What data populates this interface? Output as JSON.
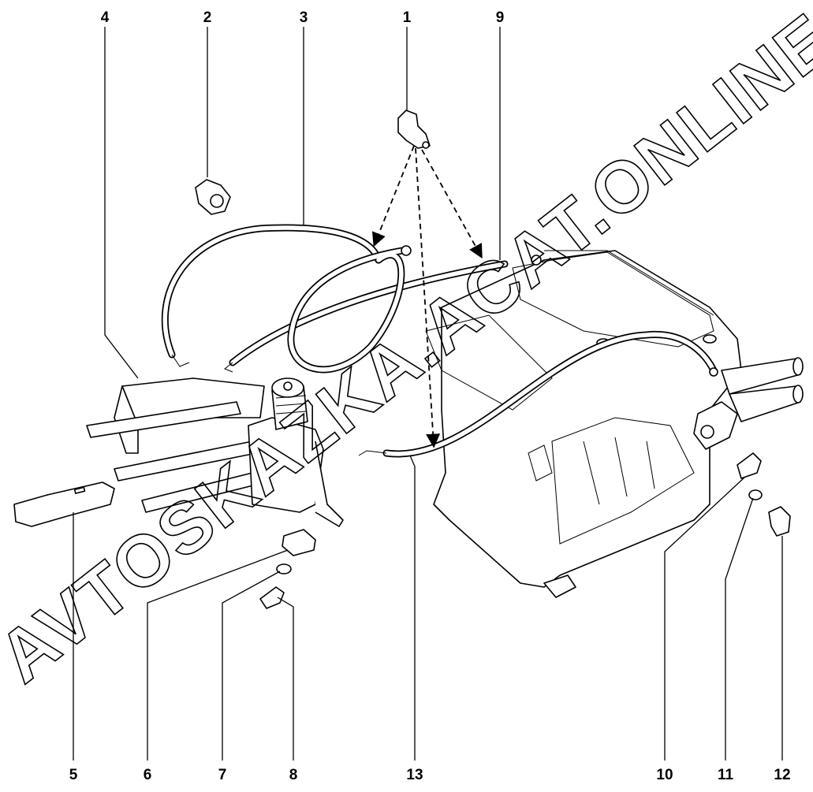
{
  "diagram": {
    "callouts": {
      "top": [
        "4",
        "2",
        "3",
        "1",
        "9"
      ],
      "bottom": [
        "5",
        "6",
        "7",
        "8",
        "13",
        "10",
        "11",
        "12"
      ]
    },
    "watermark": "AVTOSKAZKA.ACAT.ONLINE"
  }
}
